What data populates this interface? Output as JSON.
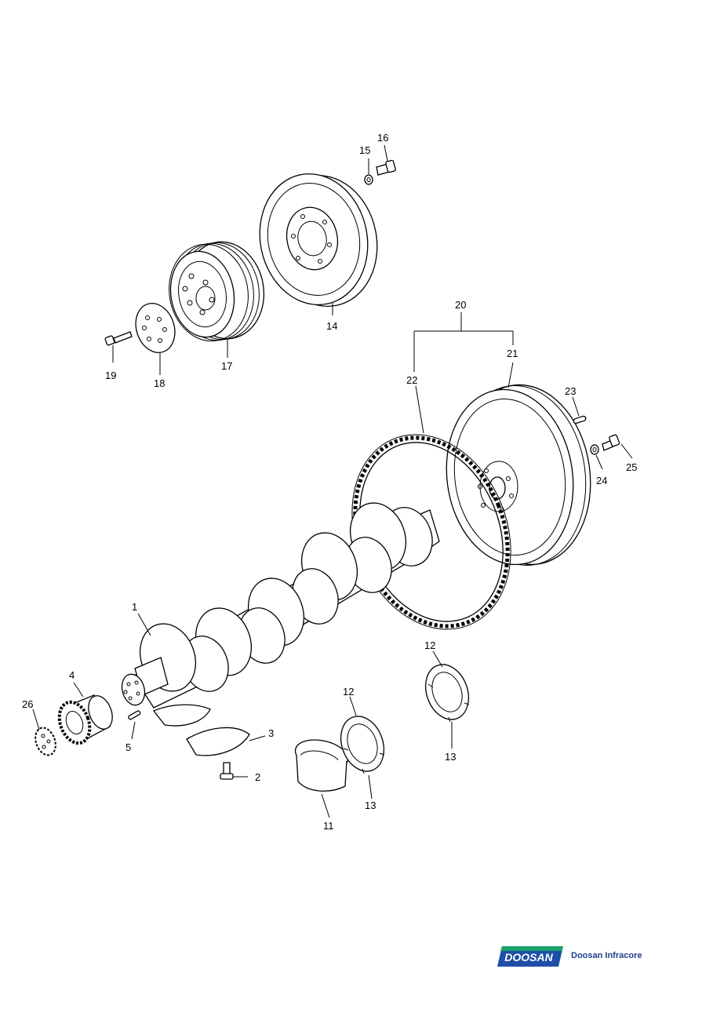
{
  "callouts": [
    {
      "id": "c1",
      "label": "1"
    },
    {
      "id": "c2",
      "label": "2"
    },
    {
      "id": "c3",
      "label": "3"
    },
    {
      "id": "c4",
      "label": "4"
    },
    {
      "id": "c5",
      "label": "5"
    },
    {
      "id": "c11",
      "label": "11"
    },
    {
      "id": "c12a",
      "label": "12"
    },
    {
      "id": "c12b",
      "label": "12"
    },
    {
      "id": "c13a",
      "label": "13"
    },
    {
      "id": "c13b",
      "label": "13"
    },
    {
      "id": "c14",
      "label": "14"
    },
    {
      "id": "c15",
      "label": "15"
    },
    {
      "id": "c16",
      "label": "16"
    },
    {
      "id": "c17",
      "label": "17"
    },
    {
      "id": "c18",
      "label": "18"
    },
    {
      "id": "c19",
      "label": "19"
    },
    {
      "id": "c20",
      "label": "20"
    },
    {
      "id": "c21",
      "label": "21"
    },
    {
      "id": "c22",
      "label": "22"
    },
    {
      "id": "c23",
      "label": "23"
    },
    {
      "id": "c24",
      "label": "24"
    },
    {
      "id": "c25",
      "label": "25"
    },
    {
      "id": "c26",
      "label": "26"
    }
  ],
  "brand": {
    "logo_text": "DOOSAN",
    "company": "Doosan Infracore",
    "logo_color": "#1d4fa8",
    "accent_color": "#1aa36a"
  }
}
